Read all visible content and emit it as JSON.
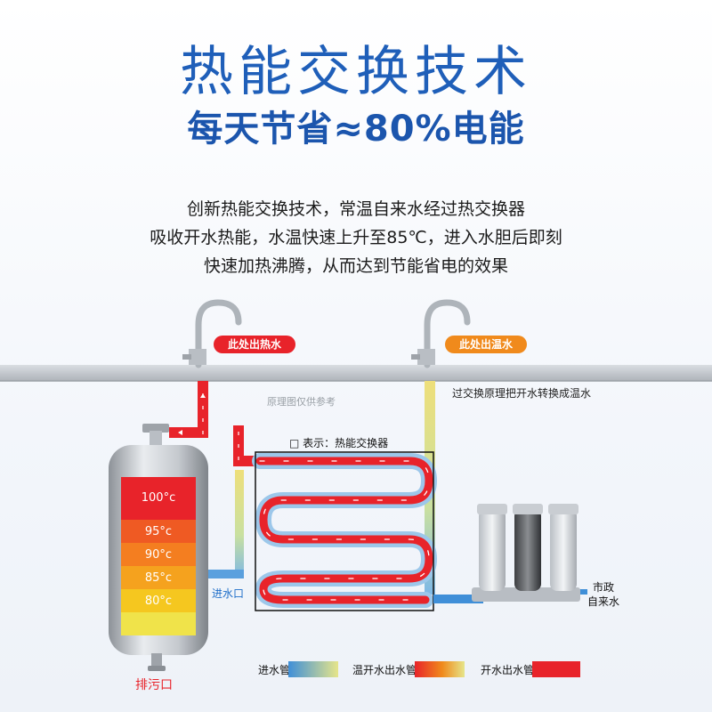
{
  "header": {
    "title": "热能交换技术",
    "subtitle": "每天节省≈80%电能"
  },
  "description": [
    "创新热能交换技术，常温自来水经过热交换器",
    "吸收开水热能，水温快速上升至85℃，进入水胆后即刻",
    "快速加热沸腾，从而达到节能省电的效果"
  ],
  "diagram": {
    "hot_outlet_label": "此处出热水",
    "warm_outlet_label": "此处出温水",
    "note": "原理图仅供参考",
    "exchange_text": "过交换原理把开水转换成温水",
    "exchanger_legend": "□ 表示：热能交换器",
    "inlet_label": "进水口",
    "drain_label": "排污口",
    "city_water_label": [
      "市政",
      "自来水"
    ],
    "tank_levels": [
      "100°c",
      "95°c",
      "90°c",
      "85°c",
      "80°c"
    ]
  },
  "legend": {
    "inlet_pipe": "进水管",
    "warm_pipe": "温开水出水管",
    "hot_pipe": "开水出水管"
  },
  "colors": {
    "title_blue": "#1f5fb9",
    "hot_red": "#e8232a",
    "warm_orange": "#f08a1c",
    "cold_blue": "#3f8fd8",
    "warm_yellow": "#e6e58a"
  }
}
